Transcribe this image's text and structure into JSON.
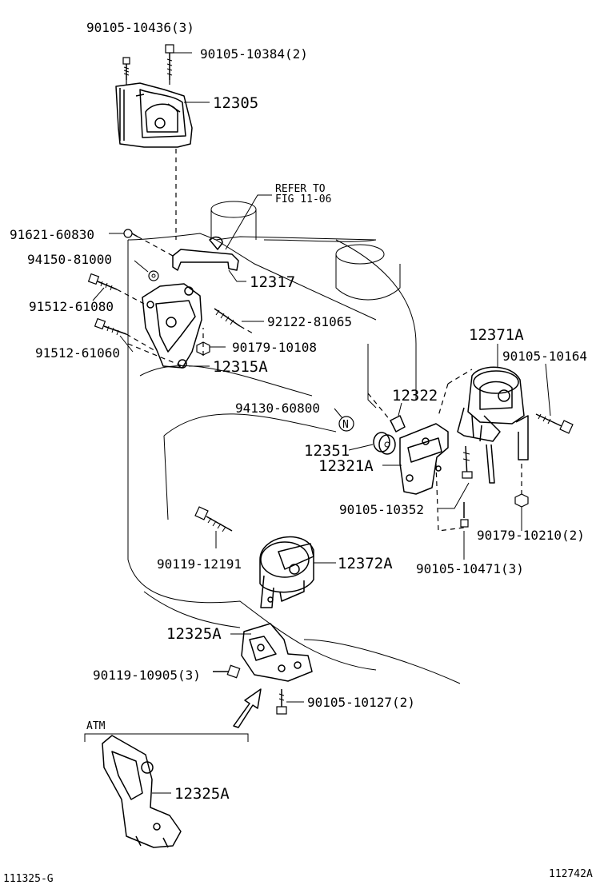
{
  "labels": {
    "l_90105_10436": "90105-10436(3)",
    "l_90105_10384": "90105-10384(2)",
    "l_12305": "12305",
    "l_refer": "REFER TO",
    "l_fig": "FIG 11-06",
    "l_91621": "91621-60830",
    "l_94150": "94150-81000",
    "l_12317": "12317",
    "l_91512_61080": "91512-61080",
    "l_92122": "92122-81065",
    "l_90179_10108": "90179-10108",
    "l_91512_61060": "91512-61060",
    "l_12315A": "12315A",
    "l_12371A": "12371A",
    "l_90105_10164": "90105-10164",
    "l_94130": "94130-60800",
    "l_12322": "12322",
    "l_12351": "12351",
    "l_12321A": "12321A",
    "l_90105_10352": "90105-10352",
    "l_90179_10210": "90179-10210(2)",
    "l_90119_12191": "90119-12191",
    "l_12372A": "12372A",
    "l_90105_10471": "90105-10471(3)",
    "l_12325A_1": "12325A",
    "l_90119_10905": "90119-10905(3)",
    "l_90105_10127": "90105-10127(2)",
    "l_atm": "ATM",
    "l_12325A_2": "12325A",
    "l_n": "N",
    "l_footer_left": "111325-G",
    "l_footer_right": "112742A"
  },
  "icons": [
    "bolt-icon",
    "nut-icon",
    "washer-icon",
    "arrow-icon"
  ]
}
